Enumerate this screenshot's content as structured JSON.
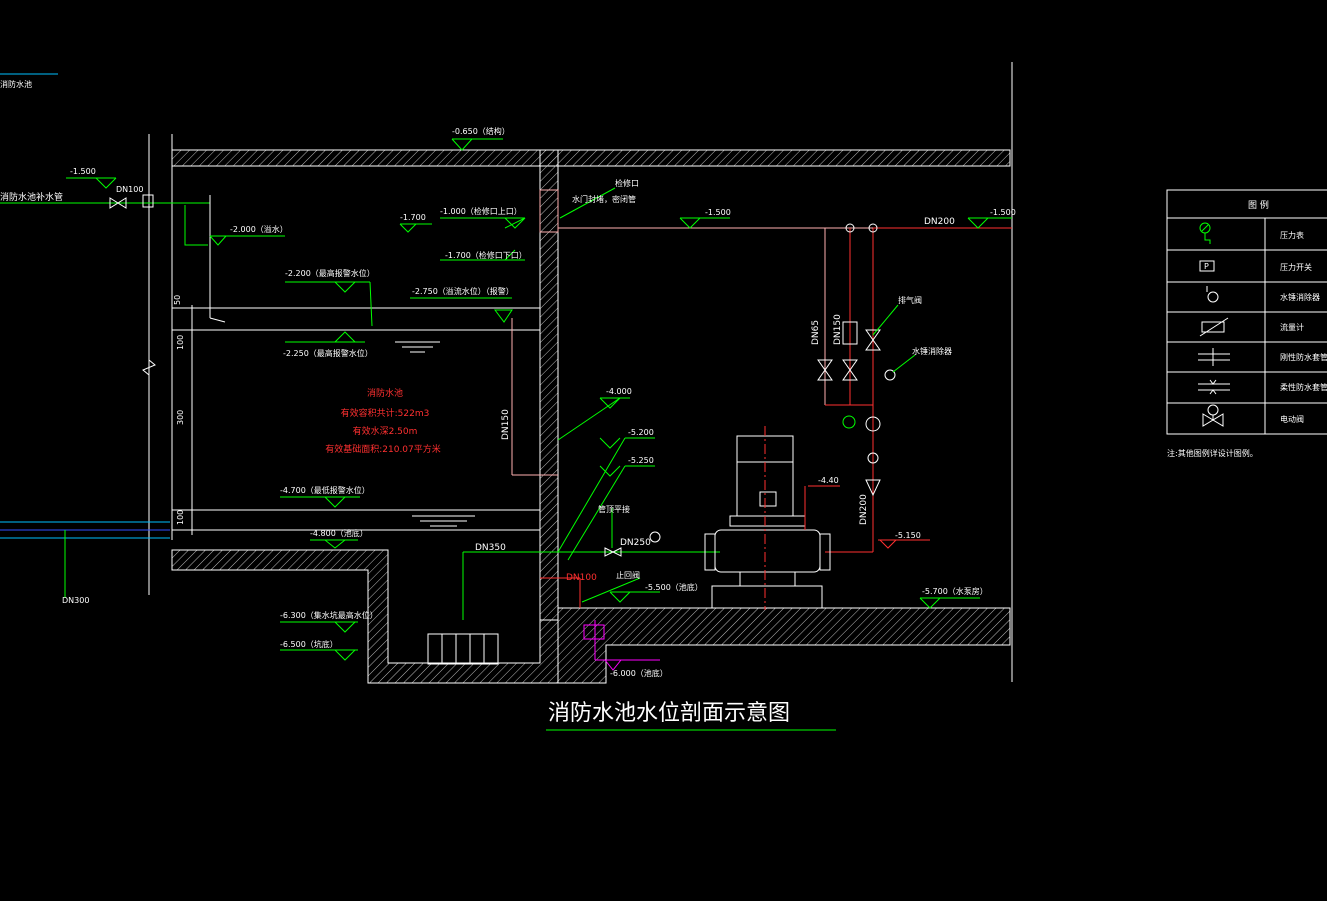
{
  "drawing": {
    "title": "消防水池水位剖面示意图",
    "corner_label": "消防水池",
    "pool_info": {
      "name": "消防水池",
      "volume": "有效容积共计:522m3",
      "depth": "有效水深2.50m",
      "area": "有效基础面积:210.07平方米"
    },
    "pipes": {
      "inlet": "消防水池补水管",
      "dn100_inlet": "DN100",
      "dn150_vertical": "DN150",
      "dn350": "DN350",
      "dn250": "DN250",
      "dn100_drain": "DN100",
      "dn200_top": "DN200",
      "dn200_vertical": "DN200",
      "dn65": "DN65",
      "dn150_right": "DN150",
      "dn300": "DN300"
    },
    "elevations": {
      "e_0650": "-0.650（结构）",
      "e_1500_left": "-1.500",
      "e_2000": "-2.000（溢水）",
      "e_1700": "-1.700",
      "e_1000": "-1.000（检修口上口）",
      "e_1700b": "-1.700（检修口下口）",
      "e_1500_mid": "-1.500",
      "e_1500_right": "-1.500",
      "e_2200": "-2.200（最高报警水位）",
      "e_2750": "-2.750（溢流水位）（报警）",
      "e_2250": "-2.250（最高报警水位）",
      "e_4000": "-4.000",
      "e_5200": "-5.200",
      "e_5250": "-5.250",
      "e_4700": "-4.700（最低报警水位）",
      "e_4800": "-4.800（池底）",
      "e_4400": "-4.40",
      "e_5150": "-5.150",
      "e_5500": "-5.500（池底）",
      "e_5700": "-5.700（水泵房）",
      "e_6300": "-6.300（集水坑最高水位）",
      "e_6500": "-6.500（坑底）",
      "e_6000": "-6.000（池底）"
    },
    "notes": {
      "access_hatch": "检修口",
      "waterproof_door": "水门封堵，密闭管",
      "pipe_top_flush": "管顶平接",
      "check_valve": "止回阀",
      "water_hammer": "水锤消除器",
      "air_valve": "排气阀"
    },
    "dims": {
      "d50": "50",
      "d100a": "100",
      "d300": "300",
      "d100b": "100"
    },
    "legend": {
      "title": "图    例",
      "items": [
        {
          "icon": "pressure-gauge-icon",
          "label": "压力表"
        },
        {
          "icon": "pressure-switch-icon",
          "label": "压力开关"
        },
        {
          "icon": "water-hammer-arrester-icon",
          "label": "水锤消除器"
        },
        {
          "icon": "flow-meter-icon",
          "label": "流量计"
        },
        {
          "icon": "rigid-waterproof-sleeve-icon",
          "label": "刚性防水套管"
        },
        {
          "icon": "flexible-waterproof-sleeve-icon",
          "label": "柔性防水套管"
        },
        {
          "icon": "electric-valve-icon",
          "label": "电动阀"
        }
      ],
      "note": "注:其他图例详设计图例。",
      "switch_letter": "P"
    },
    "colors": {
      "structure": "#ffffff",
      "hatch": "#c8c8c8",
      "label_green": "#00ff00",
      "pipe_red": "#ff3030",
      "pipe_pink": "#ffb0b0",
      "text_white": "#ffffff",
      "accent_magenta": "#ff00ff",
      "cyan_line": "#00bfff",
      "blue_line": "#3050ff"
    }
  }
}
